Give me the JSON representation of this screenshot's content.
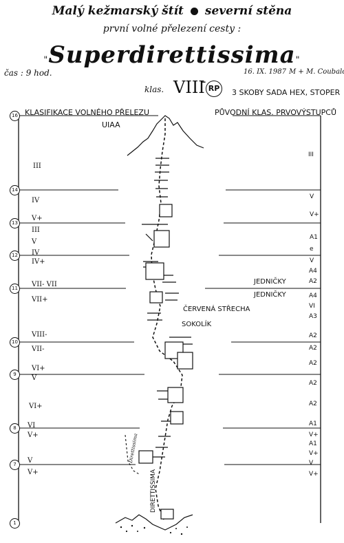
{
  "header": {
    "title_left": "Malý kežmarský štít",
    "title_right": "severní stěna",
    "subtitle": "první volné přelezení cesty :",
    "route_name": "Superdirettissima",
    "open_quote": "\"",
    "close_quote": "\"",
    "time_label": "čas : 9 hod.",
    "date": "16. IX. 1987",
    "climbers": "M + M. Coubalov",
    "class_label": "klas.",
    "class_grade": "VIII",
    "class_sign": "-",
    "rp_badge": "RP",
    "gear_note": "3 SKOBY SADA HEX, STOPER"
  },
  "diagram": {
    "left_title": "KLASIFIKACE VOLNÉHO PŘELEZU",
    "left_subtitle": "UIAA",
    "right_title": "PŮVODNÍ KLAS. PRVOVÝSTUPCŮ",
    "pitch_numbers": [
      "16",
      "14",
      "13",
      "12",
      "11",
      "10",
      "9",
      "8",
      "7",
      "1"
    ],
    "left_grades": [
      "III",
      "IV",
      "V+",
      "III",
      "V",
      "IV",
      "IV+",
      "VII-  VII",
      "VII+",
      "VIII-",
      "VII-",
      "VI+",
      "V",
      "VI+",
      "VI",
      "V+",
      "V",
      "V+"
    ],
    "right_grades": [
      "III",
      "V",
      "V+",
      "A1",
      "e",
      "V",
      "A4",
      "A2",
      "A4",
      "VI",
      "A3",
      "A2",
      "A2",
      "A2",
      "A2",
      "A2",
      "A1",
      "V+",
      "A1",
      "V+",
      "V",
      "V+"
    ],
    "annotations": {
      "jednicky_1": "JEDNIČKY",
      "jednicky_2": "JEDNIČKY",
      "cervena": "ČERVENÁ STŘECHA",
      "sokolik": "SOKOLÍK",
      "direttissima_vertical": "DIRETTISSIMA",
      "direttissima_small": "Direttissima"
    }
  }
}
